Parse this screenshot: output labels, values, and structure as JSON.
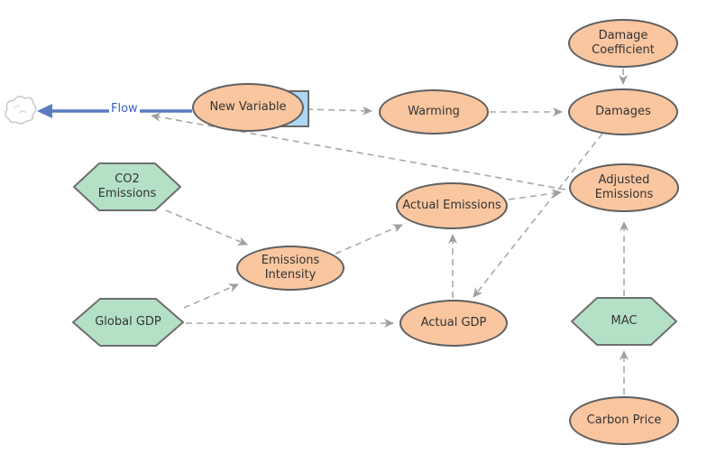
{
  "nodes": {
    "new_variable": {
      "label": "New Variable",
      "shape": "ellipse-on-stock"
    },
    "warming": {
      "label": "Warming",
      "shape": "ellipse"
    },
    "damage_coefficient": {
      "line1": "Damage",
      "line2": "Coefficient",
      "shape": "ellipse"
    },
    "damages": {
      "label": "Damages",
      "shape": "ellipse"
    },
    "adjusted_emissions": {
      "line1": "Adjusted",
      "line2": "Emissions",
      "shape": "ellipse"
    },
    "actual_emissions": {
      "label": "Actual Emissions",
      "shape": "ellipse"
    },
    "emissions_intensity": {
      "line1": "Emissions",
      "line2": "Intensity",
      "shape": "ellipse"
    },
    "actual_gdp": {
      "label": "Actual GDP",
      "shape": "ellipse"
    },
    "carbon_price": {
      "label": "Carbon Price",
      "shape": "ellipse"
    },
    "co2_emissions": {
      "line1": "CO2",
      "line2": "Emissions",
      "shape": "hexagon"
    },
    "global_gdp": {
      "label": "Global GDP",
      "shape": "hexagon"
    },
    "mac": {
      "label": "MAC",
      "shape": "hexagon"
    }
  },
  "flow": {
    "label": "Flow",
    "from": "New Variable",
    "to": "cloud"
  },
  "links": [
    {
      "from": "New Variable",
      "to": "Warming"
    },
    {
      "from": "Warming",
      "to": "Damages"
    },
    {
      "from": "Damage Coefficient",
      "to": "Damages"
    },
    {
      "from": "Damages",
      "to": "Actual GDP"
    },
    {
      "from": "CO2 Emissions",
      "to": "Emissions Intensity"
    },
    {
      "from": "Global GDP",
      "to": "Emissions Intensity"
    },
    {
      "from": "Global GDP",
      "to": "Actual GDP"
    },
    {
      "from": "Actual GDP",
      "to": "Actual Emissions"
    },
    {
      "from": "Emissions Intensity",
      "to": "Actual Emissions"
    },
    {
      "from": "Actual Emissions",
      "to": "Adjusted Emissions"
    },
    {
      "from": "Adjusted Emissions",
      "to": "Flow"
    },
    {
      "from": "MAC",
      "to": "Adjusted Emissions"
    },
    {
      "from": "Carbon Price",
      "to": "MAC"
    }
  ],
  "colors": {
    "variable_fill": "#F9C6A0",
    "variable_stroke": "#5F5F5F",
    "converter_fill": "#B4E1C6",
    "converter_stroke": "#6E6E6E",
    "link_gray": "#A8A8A8",
    "flow_blue": "#5B7CC2",
    "stock_fill": "#AED7F4",
    "background": "#FFFFFF"
  }
}
